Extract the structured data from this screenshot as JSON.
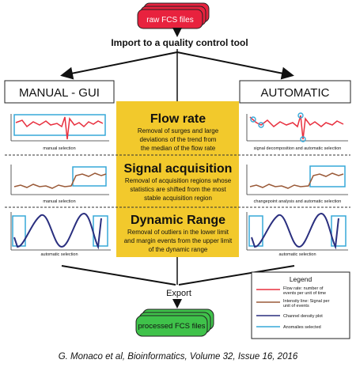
{
  "top": {
    "raw_files": "raw FCS files",
    "import_label": "Import to a quality control tool"
  },
  "branches": {
    "manual": "MANUAL - GUI",
    "automatic": "AUTOMATIC"
  },
  "sections": [
    {
      "title": "Flow rate",
      "description": [
        "Removal of surges and large",
        "deviations of the trend from",
        "the median of the flow rate"
      ],
      "left_caption": "manual selection",
      "right_caption": "signal decomposition and automatic selection"
    },
    {
      "title": "Signal acquisition",
      "description": [
        "Removal of acquisition regions whose",
        "statistics are shifted from the most",
        "stable acquisition region"
      ],
      "left_caption": "manual selection",
      "right_caption": "changepoint analysis and automatic selection"
    },
    {
      "title": "Dynamic Range",
      "description": [
        "Removal of outliers in the lower limit",
        "and margin events from the upper limit",
        "of the dynamic range"
      ],
      "left_caption": "automatic selection",
      "right_caption": "automatic selection"
    }
  ],
  "bottom": {
    "export_label": "Export",
    "processed_files": "processed FCS files"
  },
  "legend": {
    "title": "Legend",
    "items": [
      {
        "lines": [
          "Flow rate: number of",
          "events per unit of time"
        ],
        "color": "#e8303f"
      },
      {
        "lines": [
          "Intensity line: Signal per",
          "unit of events"
        ],
        "color": "#9a5a38"
      },
      {
        "lines": [
          "Channel density plot"
        ],
        "color": "#2a2f7f"
      },
      {
        "lines": [
          "Anomalies selected"
        ],
        "color": "#37a8d8"
      }
    ]
  },
  "citation": "G. Monaco et al, Bioinformatics, Volume 32, Issue 16, 2016",
  "colors": {
    "red_box": "#e8223e",
    "green_box": "#3fc24a",
    "yellow_panel": "#f2c92c",
    "flow_line": "#e8303f",
    "intensity_line": "#9a5a38",
    "density_line": "#2a2f7f",
    "anomaly": "#37a8d8"
  }
}
